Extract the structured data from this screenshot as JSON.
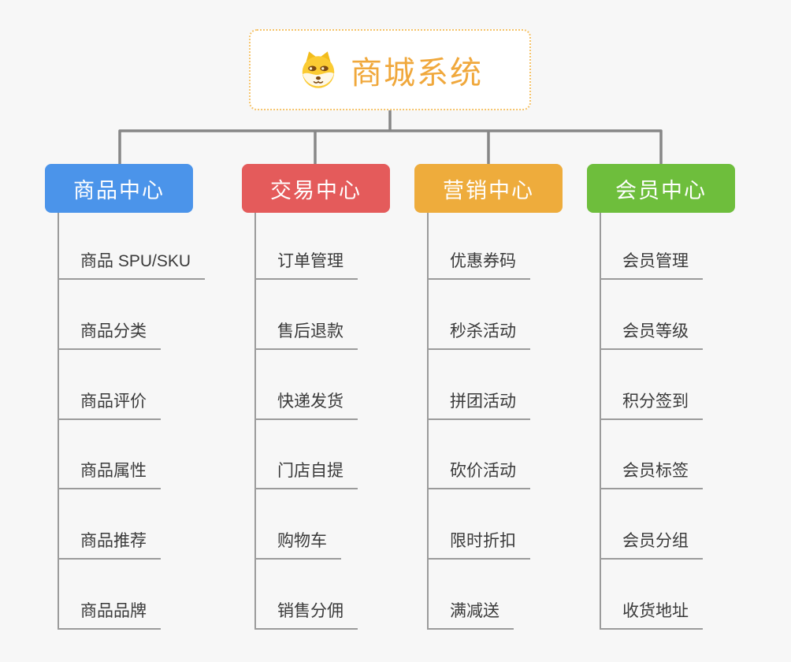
{
  "root": {
    "title": "商城系统",
    "icon": "doge-icon",
    "title_color": "#F0A83C",
    "border_color": "#F5C36A"
  },
  "branches": [
    {
      "label": "商品中心",
      "color": "#4B94EA",
      "children": [
        "商品 SPU/SKU",
        "商品分类",
        "商品评价",
        "商品属性",
        "商品推荐",
        "商品品牌"
      ]
    },
    {
      "label": "交易中心",
      "color": "#E45B5B",
      "children": [
        "订单管理",
        "售后退款",
        "快递发货",
        "门店自提",
        "购物车",
        "销售分佣"
      ]
    },
    {
      "label": "营销中心",
      "color": "#EEAC3C",
      "children": [
        "优惠券码",
        "秒杀活动",
        "拼团活动",
        "砍价活动",
        "限时折扣",
        "满减送"
      ]
    },
    {
      "label": "会员中心",
      "color": "#6EBE3C",
      "children": [
        "会员管理",
        "会员等级",
        "积分签到",
        "会员标签",
        "会员分组",
        "收货地址"
      ]
    }
  ],
  "colors": {
    "background": "#F7F7F7",
    "connector": "#878787",
    "leaf_line": "#9B9B9B",
    "leaf_text": "#3A3A3A"
  }
}
